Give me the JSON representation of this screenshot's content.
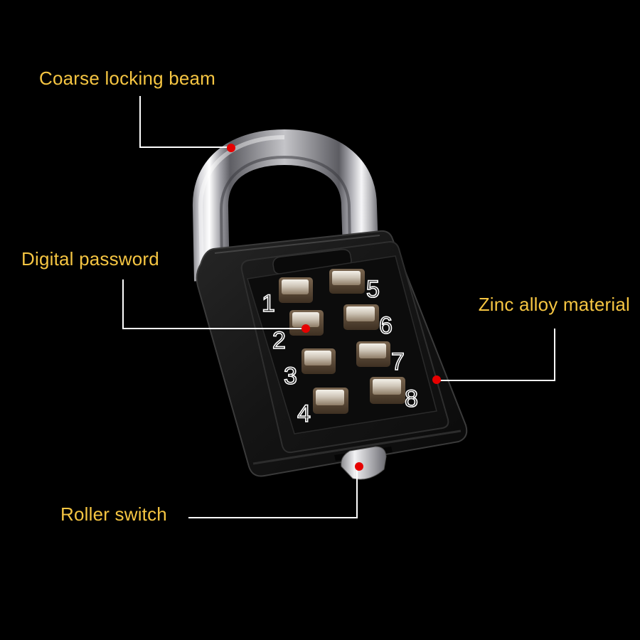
{
  "callouts": {
    "locking_beam": {
      "label": "Coarse locking beam"
    },
    "digital_password": {
      "label": "Digital password"
    },
    "zinc_alloy": {
      "label": "Zinc alloy material"
    },
    "roller_switch": {
      "label": "Roller switch"
    }
  },
  "keypad": {
    "digits": [
      "1",
      "2",
      "3",
      "4",
      "5",
      "6",
      "7",
      "8"
    ]
  },
  "colors": {
    "background": "#000000",
    "label": "#f5c542",
    "leader_line": "#ffffff",
    "marker_dot": "#e60000"
  }
}
